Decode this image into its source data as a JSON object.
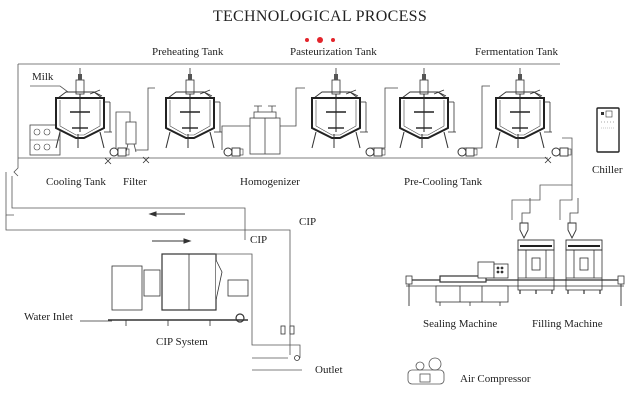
{
  "title": "TECHNOLOGICAL PROCESS",
  "accent_color": "#e3242b",
  "line_color": "#333333",
  "labels": {
    "milk": "Milk",
    "preheating_tank": "Preheating Tank",
    "pasteurization_tank": "Pasteurization Tank",
    "fermentation_tank": "Fermentation Tank",
    "cooling_tank": "Cooling Tank",
    "filter": "Filter",
    "homogenizer": "Homogenizer",
    "pre_cooling_tank": "Pre-Cooling Tank",
    "chiller": "Chiller",
    "cip_return": "CIP",
    "cip_supply": "CIP",
    "water_inlet": "Water Inlet",
    "cip_system": "CIP System",
    "outlet": "Outlet",
    "sealing_machine": "Sealing Machine",
    "filling_machine": "Filling Machine",
    "air_compressor": "Air Compressor"
  }
}
